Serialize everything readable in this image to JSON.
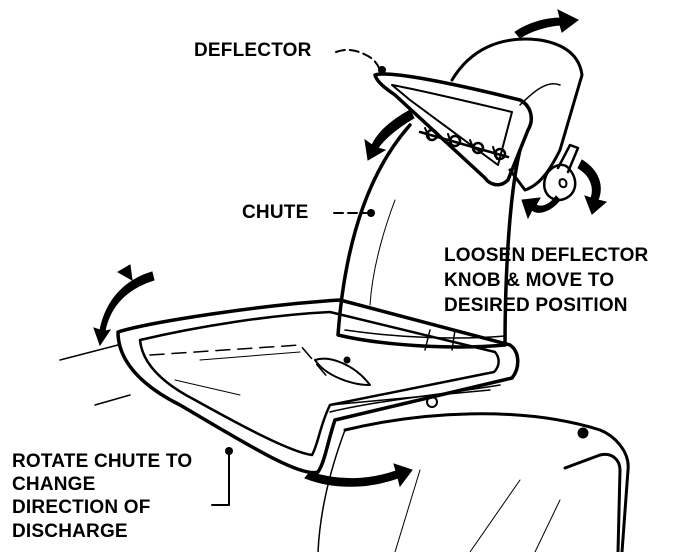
{
  "labels": {
    "deflector": "DEFLECTOR",
    "chute": "CHUTE",
    "loosen": [
      "LOOSEN DEFLECTOR",
      "KNOB & MOVE TO",
      "DESIRED POSITION"
    ],
    "rotate": [
      "ROTATE CHUTE TO",
      "CHANGE",
      "DIRECTION OF",
      "DISCHARGE"
    ]
  },
  "colors": {
    "ink": "#000000",
    "paper": "#ffffff"
  }
}
